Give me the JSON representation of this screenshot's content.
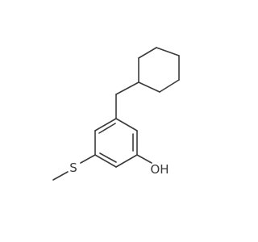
{
  "molecule": {
    "atoms": [
      {
        "id": "O",
        "label": "OH",
        "color": "#3a3a3a"
      },
      {
        "id": "S",
        "label": "S",
        "color": "#3a3a3a"
      }
    ],
    "bond_color": "#3a3a3a",
    "background": "#ffffff"
  }
}
